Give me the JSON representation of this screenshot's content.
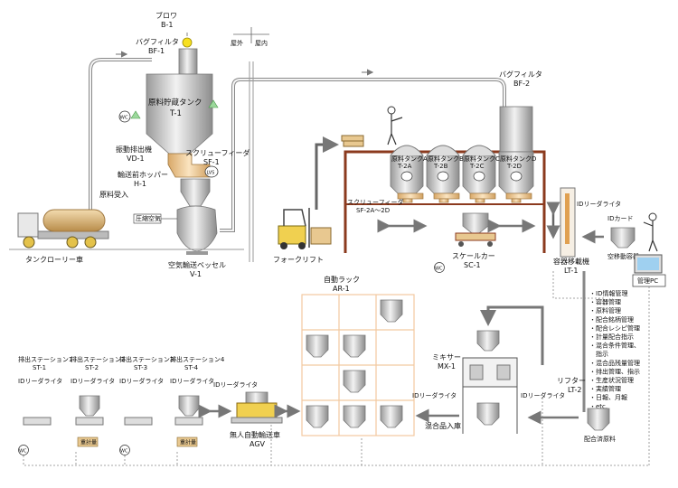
{
  "labels": {
    "blower": "ブロワ",
    "blower_id": "B-1",
    "bag_filter_1": "バグフィルタ",
    "bag_filter_1_id": "BF-1",
    "outdoor": "屋外",
    "indoor": "屋内",
    "bag_filter_2": "バグフィルタ",
    "bag_filter_2_id": "BF-2",
    "storage_tank": "原料貯蔵タンク",
    "storage_tank_id": "T-1",
    "wc": "WC",
    "lvs": "LVS",
    "screw_feeder_1": "スクリューフィーダ",
    "screw_feeder_1_id": "SF-1",
    "vibrating_discharger": "振動排出機",
    "vibrating_discharger_id": "VD-1",
    "pre_transport_hopper": "輸送前ホッパー",
    "pre_transport_hopper_id": "H-1",
    "raw_material_receiving": "原料受入",
    "compressed_air": "圧縮空気",
    "tanker_truck": "タンクローリー車",
    "pneumatic_vessel": "空気輸送ベッセル",
    "pneumatic_vessel_id": "V-1",
    "forklift": "フォークリフト",
    "raw_tank_a": "原料タンクA",
    "raw_tank_a_id": "T-2A",
    "raw_tank_b": "原料タンクB",
    "raw_tank_b_id": "T-2B",
    "raw_tank_c": "原料タンクC",
    "raw_tank_c_id": "T-2C",
    "raw_tank_d": "原料タンクD",
    "raw_tank_d_id": "T-2D",
    "screw_feeder_2": "スクリューフィーダ",
    "screw_feeder_2_id": "SF-2A〜2D",
    "scale_car": "スケールカー",
    "scale_car_id": "SC-1",
    "id_reader_1": "IDリーダライタ",
    "id_card": "IDカード",
    "empty_container": "空移動容器",
    "container_transfer": "容器移載機",
    "container_transfer_id": "LT-1",
    "management_pc": "管理PC",
    "pc_functions": [
      "・ID情報管理",
      "・容器管理",
      "・原料管理",
      "・配合銘柄管理",
      "・配合レシピ管理",
      "・計量配合指示",
      "・混合条件管理、",
      "　指示",
      "・混合品残量管理",
      "・排出管理、指示",
      "・生産状況管理",
      "・実績管理",
      "・日報、月報",
      "・etc."
    ],
    "auto_rack": "自動ラック",
    "auto_rack_id": "AR-1",
    "mixer": "ミキサー",
    "mixer_id": "MX-1",
    "id_reader_mixer": "IDリーダライタ",
    "id_reader_mixer2": "IDリーダライタ",
    "id_reader_mixed": "IDリーダライタ",
    "lifter": "リフター",
    "lifter_id": "LT-2",
    "mixed_storage": "混合品入庫",
    "mixed_material": "配合済原料",
    "agv": "無人自動輸送車",
    "agv_id": "AGV",
    "id_reader_agv": "IDリーダライタ",
    "discharge_1": "排出ステーション1",
    "discharge_1_id": "ST-1",
    "discharge_2": "排出ステーション2",
    "discharge_2_id": "ST-2",
    "discharge_3": "排出ステーション3",
    "discharge_3_id": "ST-3",
    "discharge_4": "排出ステーション4",
    "discharge_4_id": "ST-4",
    "id_reader_st1": "IDリーダライタ",
    "id_reader_st2": "IDリーダライタ",
    "id_reader_st3": "IDリーダライタ",
    "id_reader_st4": "IDリーダライタ",
    "weighing_2": "重計量",
    "weighing_4": "重計量"
  },
  "colors": {
    "pipe": "#8a8a8a",
    "frame": "#8b3a1e",
    "rack_grid": "#f2c9a0",
    "feeder": "#f0c890",
    "triangle": "#9cd89c",
    "blower_dot": "#f7e020",
    "tank_body": "#d9d9d9",
    "truck_tank": "#e0c08a"
  }
}
